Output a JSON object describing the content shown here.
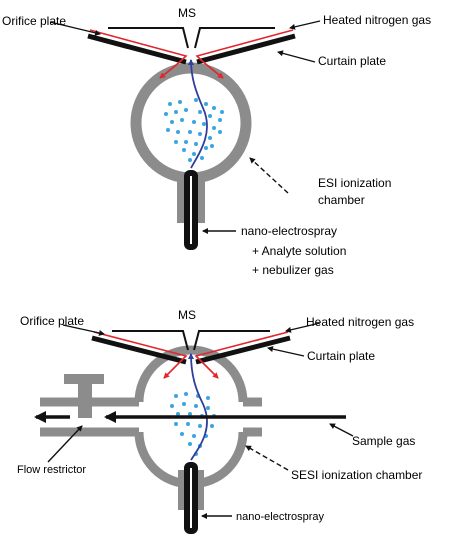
{
  "top": {
    "ms": "MS",
    "orifice_plate": "Orifice plate",
    "heated_gas": "Heated nitrogen gas",
    "curtain_plate": "Curtain plate",
    "chamber_1": "ESI ionization",
    "chamber_2": "chamber",
    "spray": "nano-electrospray",
    "analyte": "+ Analyte solution",
    "nebulizer": "+ nebulizer gas"
  },
  "bottom": {
    "ms": "MS",
    "orifice_plate": "Orifice plate",
    "heated_gas": "Heated nitrogen gas",
    "curtain_plate": "Curtain plate",
    "sample_gas": "Sample gas",
    "flow_restrictor": "Flow restrictor",
    "chamber": "SESI ionization chamber",
    "spray": "nano-electrospray"
  },
  "colors": {
    "chamber_gray": "#8c8c8c",
    "plate_black": "#111111",
    "gas_red": "#e2262b",
    "ion_blue": "#2f3f9e",
    "droplet_blue": "#3aa6e0"
  }
}
